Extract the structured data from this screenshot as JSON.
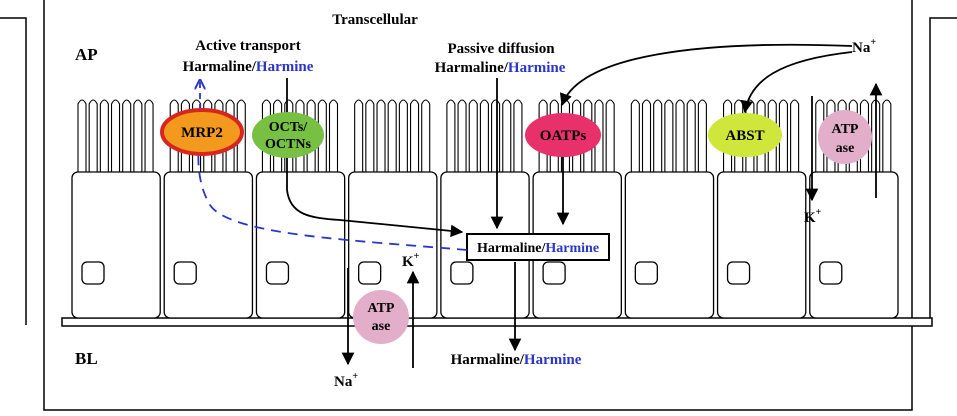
{
  "labels": {
    "transcellular": "Transcellular",
    "ap": "AP",
    "bl": "BL",
    "active_transport": "Active transport",
    "passive_diffusion": "Passive diffusion"
  },
  "compounds": {
    "harmaline": "Harmaline/",
    "harmine": "Harmine"
  },
  "transporters": {
    "mrp2": "MRP2",
    "octs_line1": "OCTs/",
    "octs_line2": "OCTNs",
    "oatps": "OATPs",
    "abst": "ABST",
    "atpase_line1": "ATP",
    "atpase_line2": "ase"
  },
  "ions": {
    "na": "Na",
    "k": "K",
    "plus": "+"
  },
  "colors": {
    "harmine_blue": "#2a35c9",
    "mrp2_fill": "#f39a1e",
    "mrp2_stroke": "#d8261f",
    "octs_fill": "#77c043",
    "oatps_fill": "#e8306a",
    "abst_fill": "#cfe73a",
    "atpase_fill": "#e3aec9",
    "line": "#000000"
  }
}
